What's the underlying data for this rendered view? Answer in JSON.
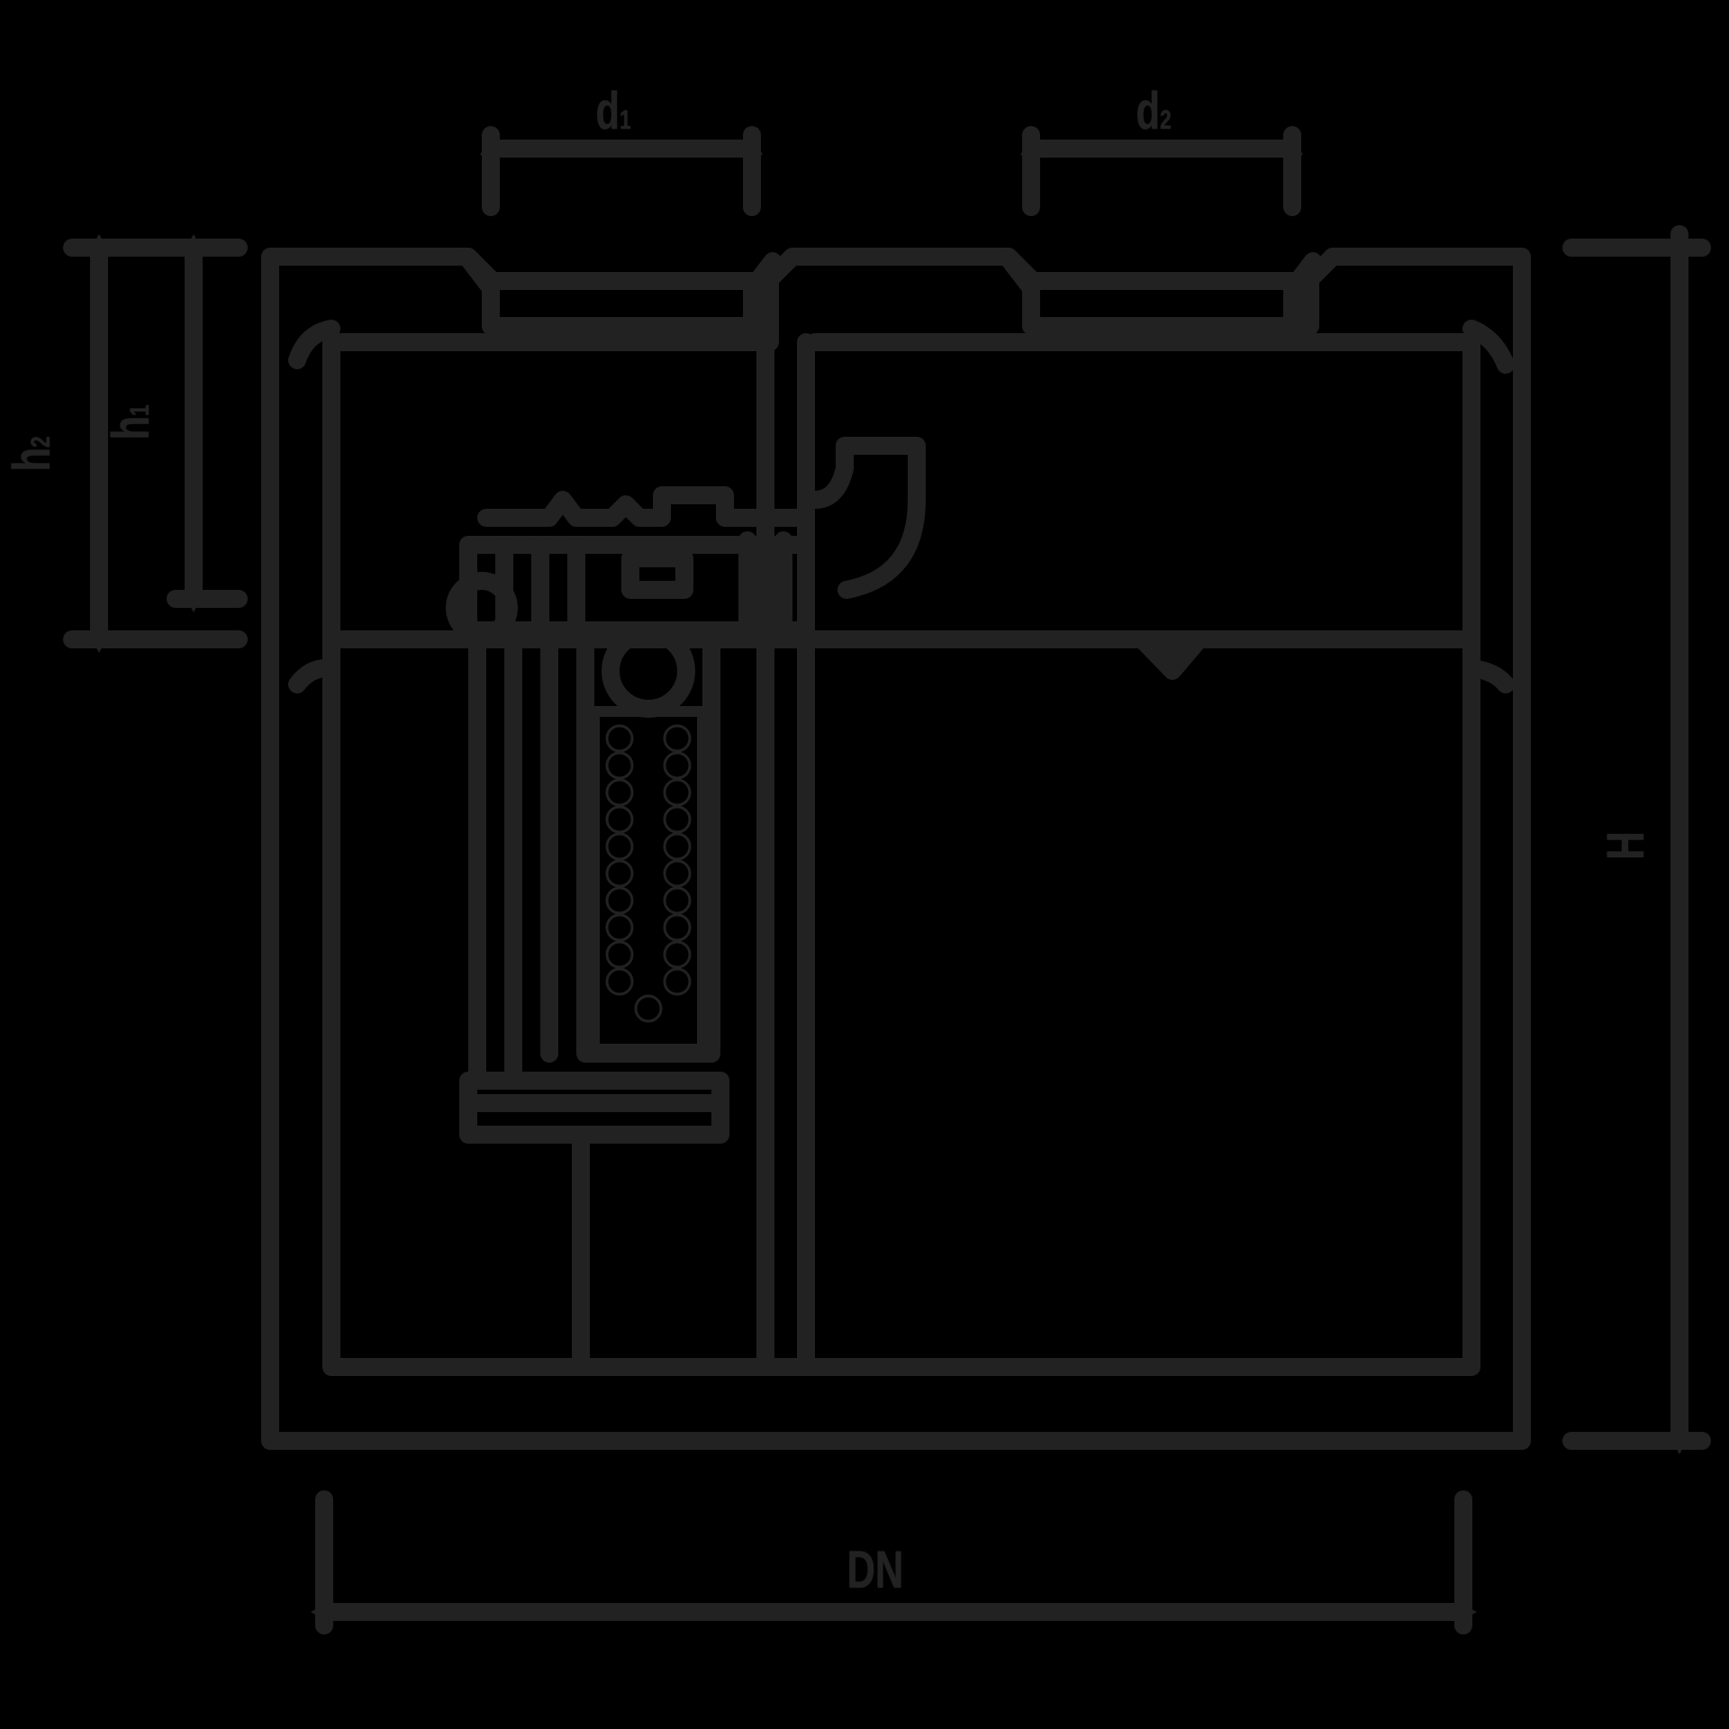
{
  "drawing": {
    "type": "technical-drawing",
    "subject": "pump shaft / tank cross-section with submersible pump, float switch and two top openings",
    "background_color": "#000000",
    "line_color": "#222222"
  },
  "dimensions": {
    "d1": {
      "label": "d1",
      "main": "d",
      "sub": "1"
    },
    "d2": {
      "label": "d2",
      "main": "d",
      "sub": "2"
    },
    "h1": {
      "label": "h1",
      "main": "h",
      "sub": "1"
    },
    "h2": {
      "label": "h2",
      "main": "h",
      "sub": "2"
    },
    "H": {
      "label": "H"
    },
    "DN": {
      "label": "DN"
    }
  }
}
